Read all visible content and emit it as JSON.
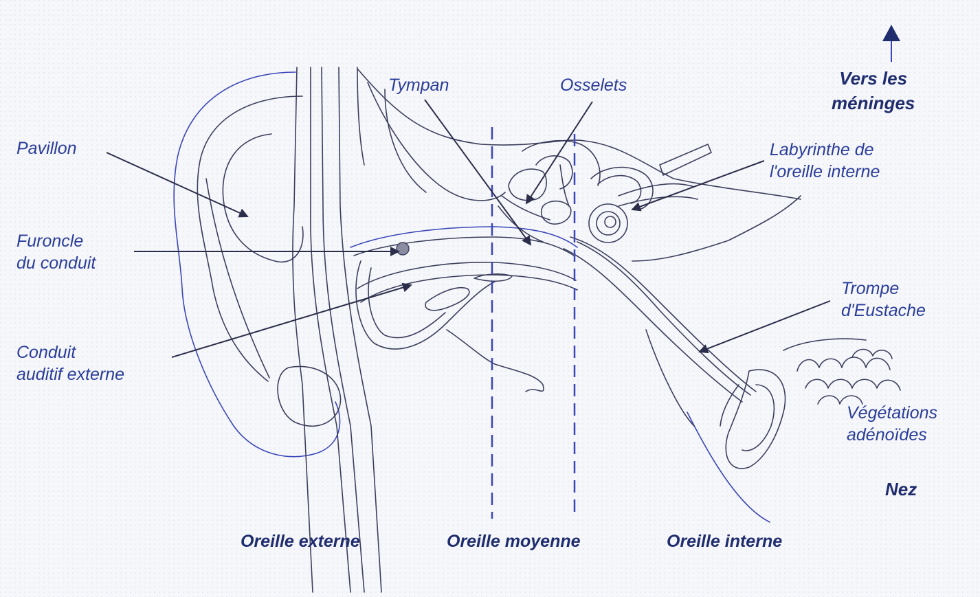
{
  "labels": {
    "pavillon": "Pavillon",
    "furoncle": [
      "Furoncle",
      "du conduit"
    ],
    "conduit": [
      "Conduit",
      "auditif externe"
    ],
    "tympan": "Tympan",
    "osselets": "Osselets",
    "meninges": [
      "Vers les",
      "méninges"
    ],
    "labyrinthe": [
      "Labyrinthe de",
      "l'oreille interne"
    ],
    "trompe": [
      "Trompe",
      "d'Eustache"
    ],
    "vegetations": [
      "Végétations",
      "adénoïdes"
    ],
    "nez": "Nez"
  },
  "sections": {
    "externe": "Oreille externe",
    "moyenne": "Oreille moyenne",
    "interne": "Oreille interne"
  },
  "colors": {
    "label_text": "#2a3d9a",
    "bold_text": "#1f2d6e",
    "drawing": "#3b3f5c",
    "accent": "#3a45b8"
  },
  "icons": {
    "meninges_arrow": "arrow-up-icon"
  }
}
